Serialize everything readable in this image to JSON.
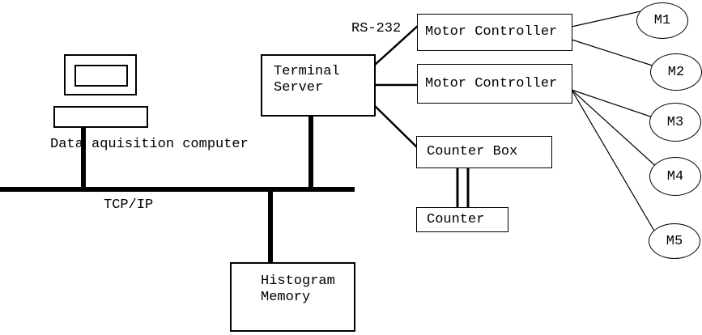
{
  "nodes": {
    "data_acquisition_label": "Data aquisition computer",
    "terminal_server": "Terminal\nServer",
    "motor_controller_1": "Motor Controller",
    "motor_controller_2": "Motor Controller",
    "counter_box": "Counter Box",
    "counter": "Counter",
    "histogram_memory": "Histogram\nMemory"
  },
  "links": {
    "rs232": "RS-232",
    "tcpip": "TCP/IP"
  },
  "motors": [
    "M1",
    "M2",
    "M3",
    "M4",
    "M5"
  ],
  "colors": {
    "line": "#000000",
    "background": "#ffffff"
  }
}
